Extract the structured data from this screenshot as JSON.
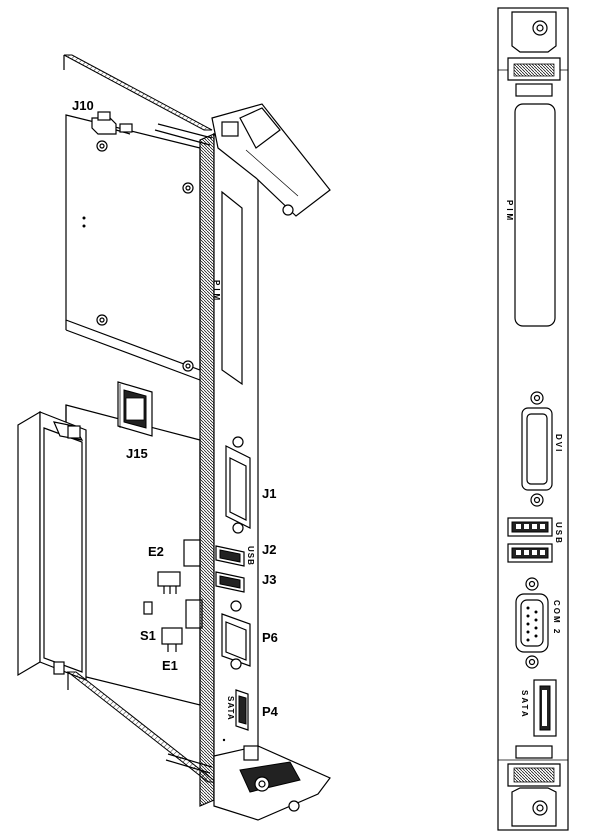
{
  "iso_view": {
    "callouts": {
      "j10": "J10",
      "j15": "J15",
      "j1": "J1",
      "j2": "J2",
      "j3": "J3",
      "e2": "E2",
      "s1": "S1",
      "e1": "E1",
      "p6": "P6",
      "p4": "P4"
    },
    "panel_text": {
      "pim": "PIM",
      "usb": "USB",
      "sata": "SATA"
    }
  },
  "front_view": {
    "panel_text": {
      "pim": "PIM",
      "dvi": "DVI",
      "usb": "USB",
      "com2": "COM 2",
      "sata": "SATA"
    }
  }
}
